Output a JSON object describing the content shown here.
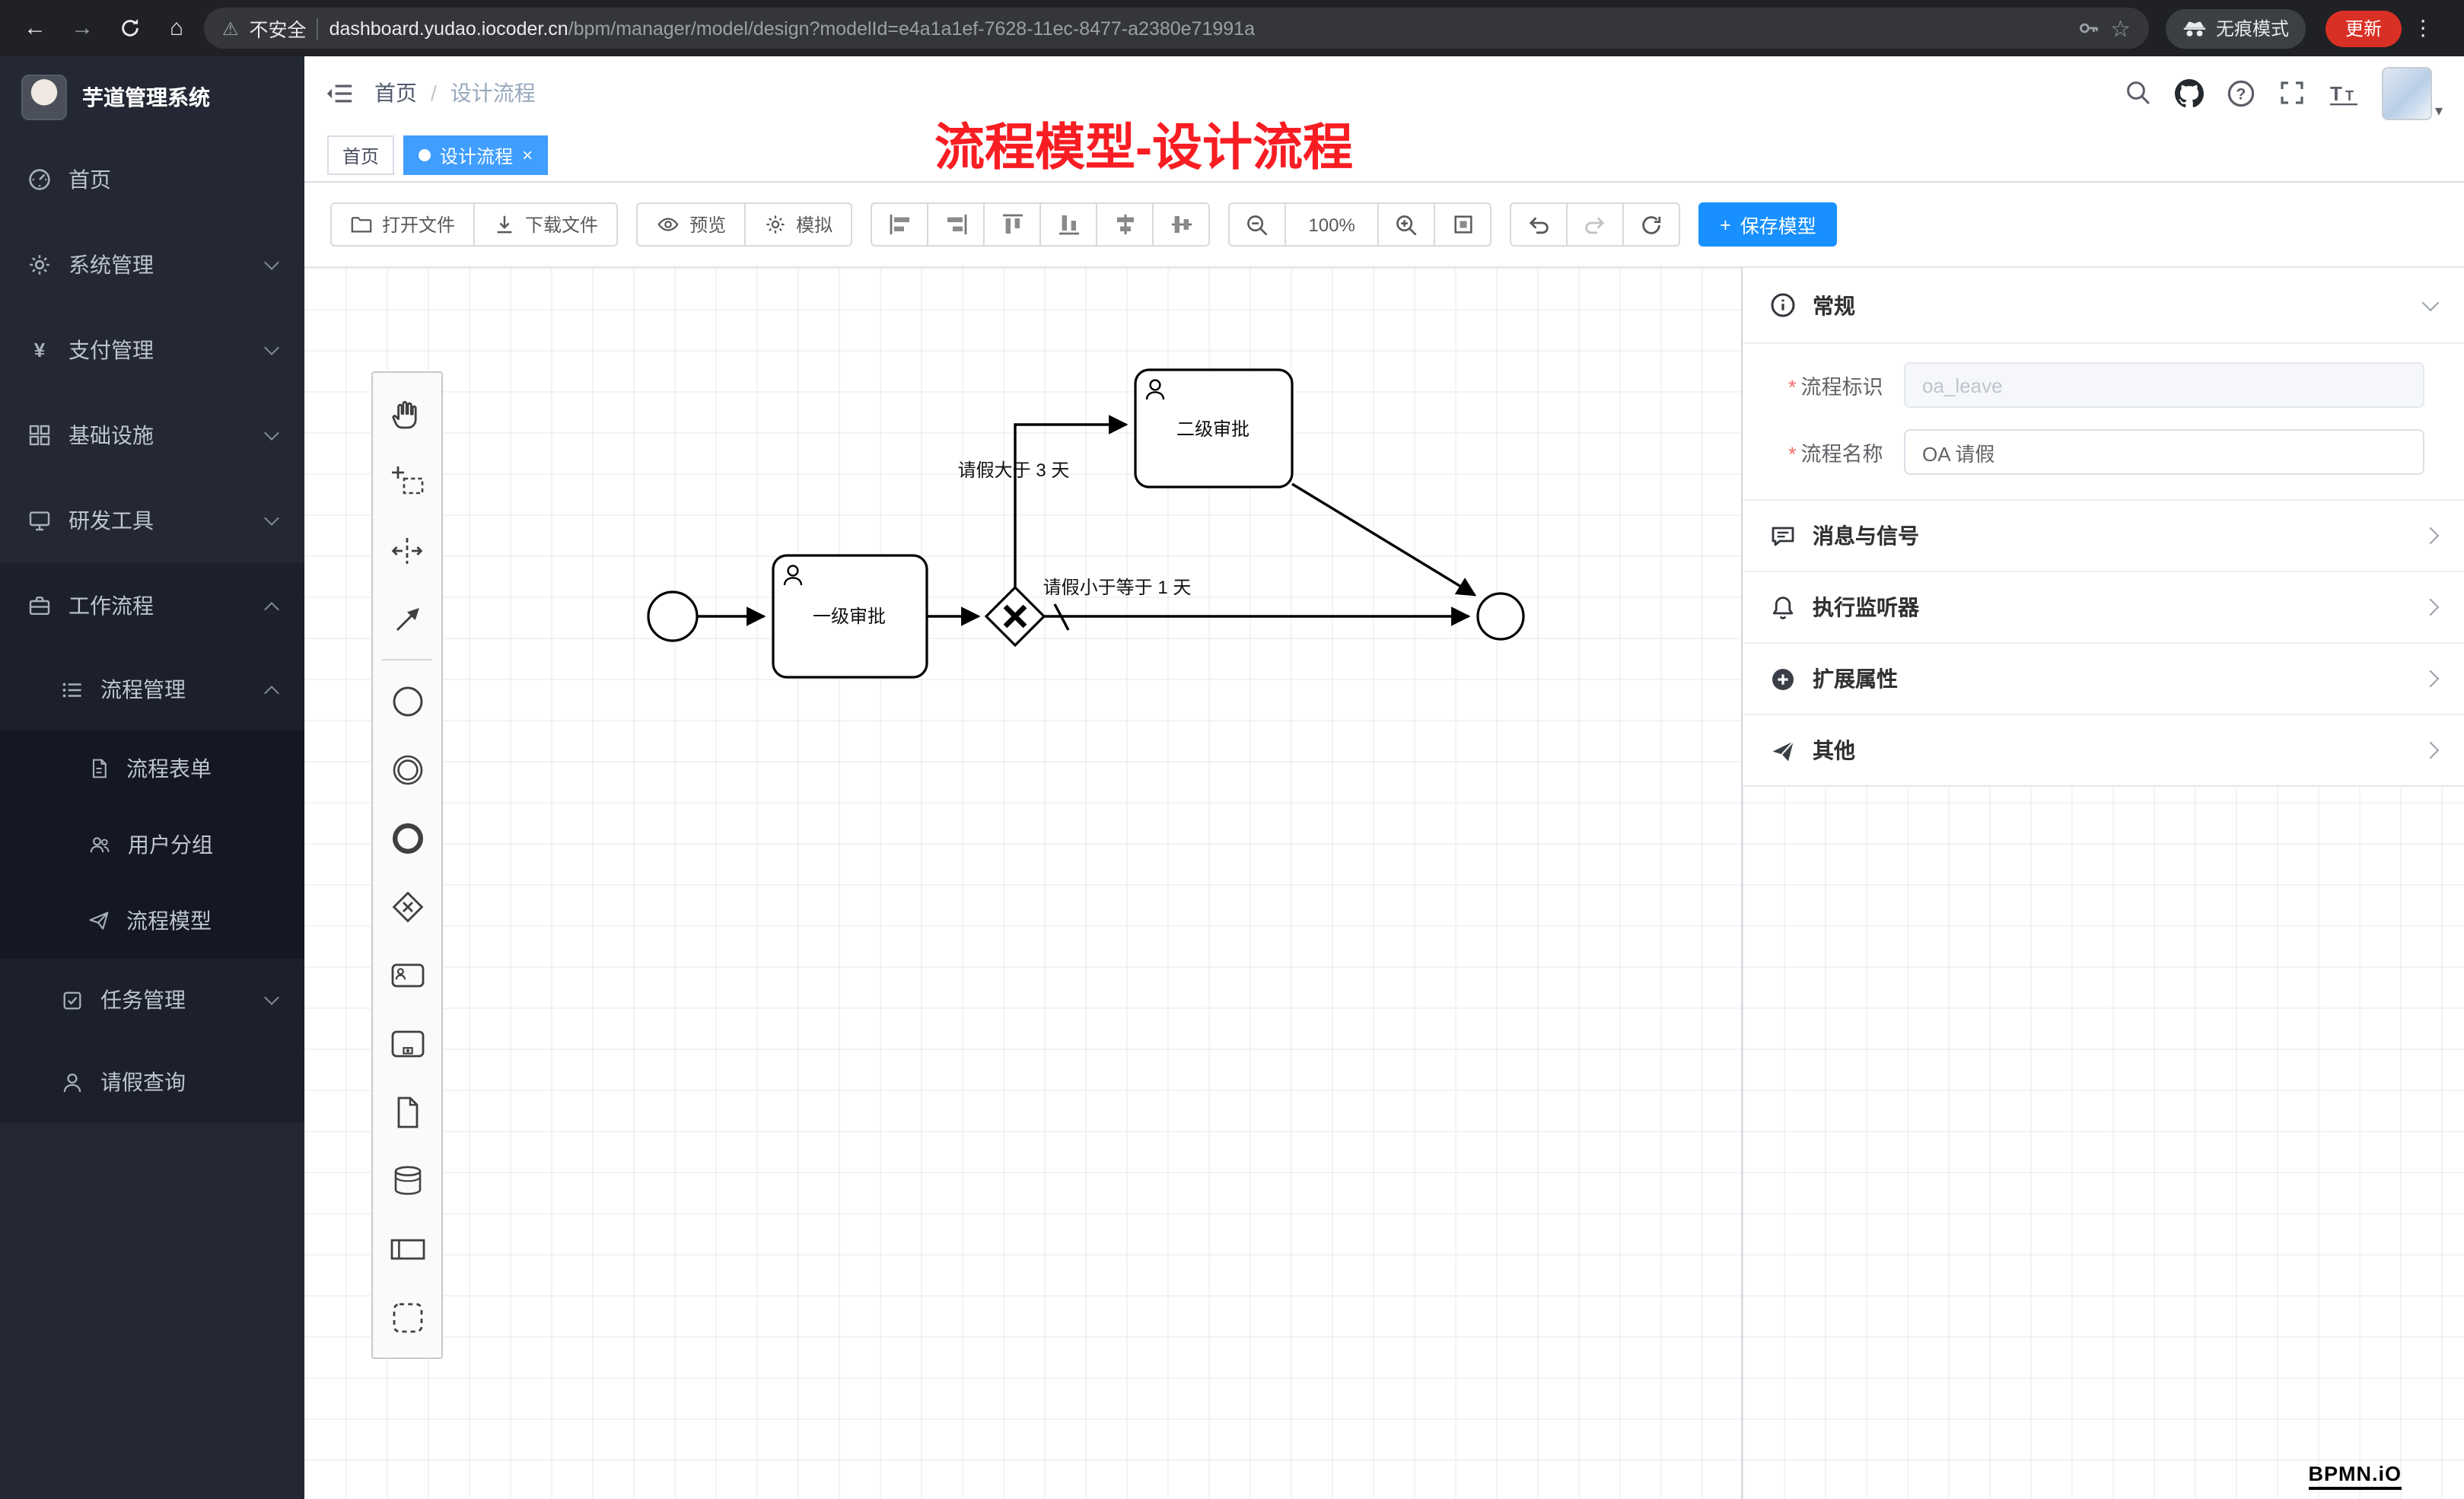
{
  "colors": {
    "accent_blue": "#409eff",
    "save_button_blue": "#1890ff",
    "annotation_red": "#f81d22",
    "chrome_bg": "#202124",
    "sidebar_bg": "#232834",
    "update_button_red": "#d93025"
  },
  "browser": {
    "security_label": "不安全",
    "url_host": "dashboard.yudao.iocoder.cn",
    "url_path": "/bpm/manager/model/design?modelId=e4a1a1ef-7628-11ec-8477-a2380e71991a",
    "incognito_label": "无痕模式",
    "update_label": "更新"
  },
  "icons": {
    "warning": "⚠",
    "star": "☆",
    "kebab": "⋮",
    "caret": "▾",
    "tab_close": "×",
    "plus": "+",
    "breadcrumb_sep": "/",
    "required": "*"
  },
  "sidebar": {
    "app_title": "芋道管理系统",
    "items": [
      {
        "label": "首页"
      },
      {
        "label": "系统管理"
      },
      {
        "label": "支付管理"
      },
      {
        "label": "基础设施"
      },
      {
        "label": "研发工具"
      },
      {
        "label": "工作流程"
      },
      {
        "label": "流程管理"
      },
      {
        "label": "流程表单"
      },
      {
        "label": "用户分组"
      },
      {
        "label": "流程模型"
      },
      {
        "label": "任务管理"
      },
      {
        "label": "请假查询"
      }
    ]
  },
  "header": {
    "breadcrumb_home": "首页",
    "breadcrumb_current": "设计流程",
    "annotation": "流程模型-设计流程"
  },
  "tabs": [
    {
      "label": "首页"
    },
    {
      "label": "设计流程"
    }
  ],
  "toolbar": {
    "open_label": "打开文件",
    "download_label": "下载文件",
    "preview_label": "预览",
    "simulate_label": "模拟",
    "zoom_level": "100%",
    "save_label": "保存模型"
  },
  "diagram": {
    "task1_label": "一级审批",
    "task2_label": "二级审批",
    "edge_gt3_label": "请假大于 3 天",
    "edge_le1_label": "请假小于等于 1 天"
  },
  "panel": {
    "sections": {
      "general": "常规",
      "message_signal": "消息与信号",
      "execution_listener": "执行监听器",
      "extended_attrs": "扩展属性",
      "other": "其他"
    },
    "fields": {
      "process_key_label": "流程标识",
      "process_key_value": "oa_leave",
      "process_name_label": "流程名称",
      "process_name_value": "OA 请假"
    }
  },
  "footer": {
    "bpmn_logo": "BPMN.iO"
  }
}
